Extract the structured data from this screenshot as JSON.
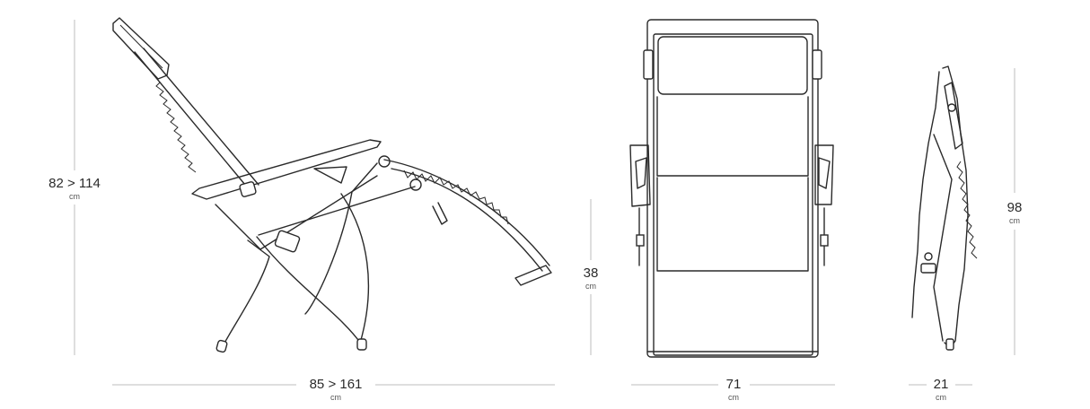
{
  "dimensions": {
    "side_height": {
      "value": "82 > 114",
      "unit": "cm"
    },
    "side_depth": {
      "value": "85 > 161",
      "unit": "cm"
    },
    "seat_height": {
      "value": "38",
      "unit": "cm"
    },
    "front_width": {
      "value": "71",
      "unit": "cm"
    },
    "folded_height": {
      "value": "98",
      "unit": "cm"
    },
    "folded_depth": {
      "value": "21",
      "unit": "cm"
    }
  }
}
